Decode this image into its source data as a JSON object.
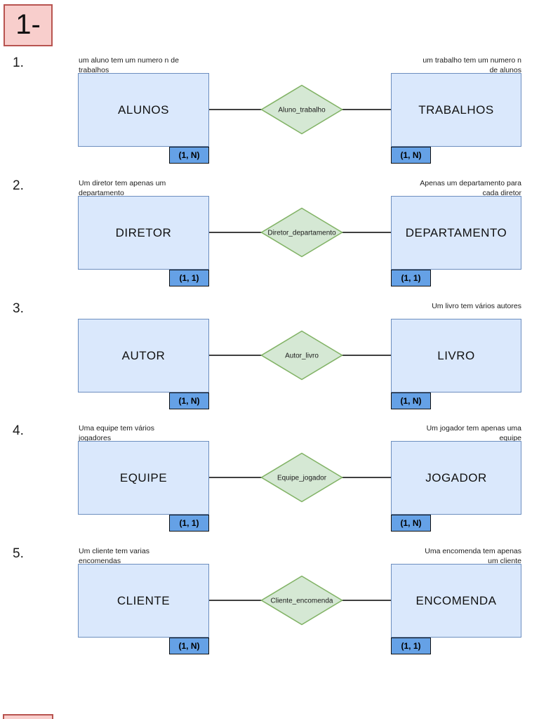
{
  "header": {
    "section_label": "1-"
  },
  "colors": {
    "entity_fill": "#dae8fc",
    "entity_border": "#6c8ebf",
    "relationship_fill": "#d5e8d4",
    "relationship_border": "#82b366",
    "cardinality_fill": "#65a1e6",
    "section_box_fill": "#f8cecc",
    "section_box_border": "#b85450",
    "connector": "#404040"
  },
  "rows": [
    {
      "number": "1.",
      "relationship": "Aluno_trabalho",
      "left": {
        "name": "ALUNOS",
        "cardinality": "(1, N)",
        "annotation": "um aluno tem um numero n de\ntrabalhos"
      },
      "right": {
        "name": "TRABALHOS",
        "cardinality": "(1, N)",
        "annotation": "um trabalho tem um numero n\nde alunos"
      }
    },
    {
      "number": "2.",
      "relationship": "Diretor_departamento",
      "left": {
        "name": "DIRETOR",
        "cardinality": "(1, 1)",
        "annotation": "Um diretor tem apenas um\ndepartamento"
      },
      "right": {
        "name": "DEPARTAMENTO",
        "cardinality": "(1, 1)",
        "annotation": "Apenas um departamento para\ncada diretor"
      }
    },
    {
      "number": "3.",
      "relationship": "Autor_livro",
      "left": {
        "name": "AUTOR",
        "cardinality": "(1, N)",
        "annotation": ""
      },
      "right": {
        "name": "LIVRO",
        "cardinality": "(1, N)",
        "annotation": "Um livro tem vários autores"
      }
    },
    {
      "number": "4.",
      "relationship": "Equipe_jogador",
      "left": {
        "name": "EQUIPE",
        "cardinality": "(1, 1)",
        "annotation": "Uma equipe tem vários\njogadores"
      },
      "right": {
        "name": "JOGADOR",
        "cardinality": "(1, N)",
        "annotation": "Um jogador tem apenas uma\nequipe"
      }
    },
    {
      "number": "5.",
      "relationship": "Cliente_encomenda",
      "left": {
        "name": "CLIENTE",
        "cardinality": "(1, N)",
        "annotation": "Um cliente tem varias\nencomendas"
      },
      "right": {
        "name": "ENCOMENDA",
        "cardinality": "(1, 1)",
        "annotation": "Uma encomenda tem apenas\num cliente"
      }
    }
  ]
}
